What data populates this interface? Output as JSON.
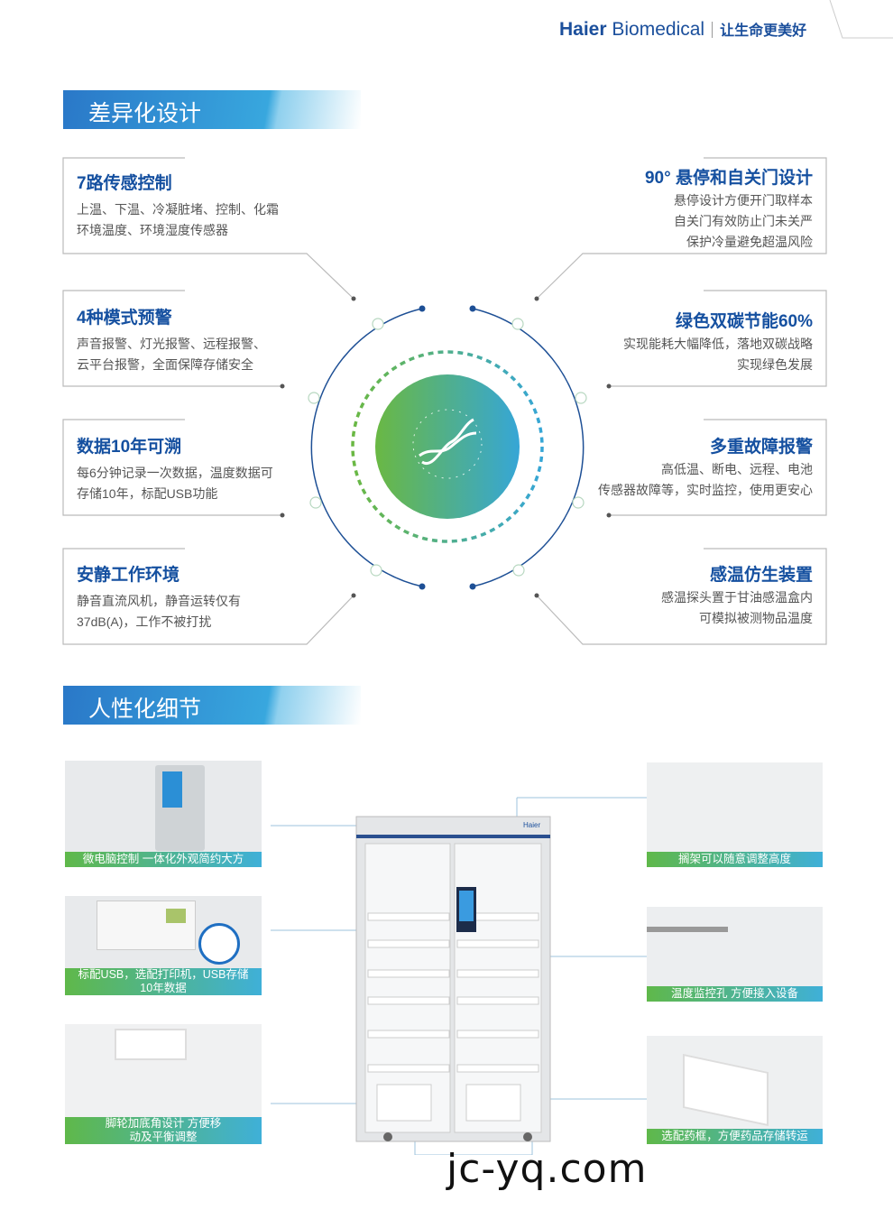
{
  "header": {
    "brand_bold": "Haier",
    "brand_rest": " Biomedical",
    "slogan": "让生命更美好"
  },
  "section1": {
    "title": "差异化设计"
  },
  "features_left": [
    {
      "title": "7路传感控制",
      "lines": [
        "上温、下温、冷凝脏堵、控制、化霜",
        "环境温度、环境湿度传感器"
      ]
    },
    {
      "title": "4种模式预警",
      "lines": [
        "声音报警、灯光报警、远程报警、",
        "云平台报警，全面保障存储安全"
      ]
    },
    {
      "title": "数据10年可溯",
      "lines": [
        "每6分钟记录一次数据，温度数据可",
        "存储10年，标配USB功能"
      ]
    },
    {
      "title": "安静工作环境",
      "lines": [
        "静音直流风机，静音运转仅有",
        "37dB(A)，工作不被打扰"
      ]
    }
  ],
  "features_right": [
    {
      "title": "90° 悬停和自关门设计",
      "lines": [
        "悬停设计方便开门取样本",
        "自关门有效防止门未关严",
        "保护冷量避免超温风险"
      ]
    },
    {
      "title": "绿色双碳节能60%",
      "lines": [
        "实现能耗大幅降低，落地双碳战略",
        "实现绿色发展"
      ]
    },
    {
      "title": "多重故障报警",
      "lines": [
        "高低温、断电、远程、电池",
        "传感器故障等，实时监控，使用更安心"
      ]
    },
    {
      "title": "感温仿生装置",
      "lines": [
        "感温探头置于甘油感温盒内",
        "可模拟被测物品温度"
      ]
    }
  ],
  "center_icon": "dna-icon",
  "section2": {
    "title": "人性化细节"
  },
  "details_left": [
    {
      "caption": "微电脑控制 一体化外观简约大方"
    },
    {
      "caption": "标配USB，选配打印机，USB存储 10年数据"
    },
    {
      "caption": "脚轮加底角设计 方便移动及平衡调整"
    }
  ],
  "details_right": [
    {
      "caption": "搁架可以随意调整高度"
    },
    {
      "caption": "温度监控孔 方便接入设备"
    },
    {
      "caption": "选配药框，方便药品存储转运"
    }
  ],
  "fridge_logo": "Haier",
  "watermark": "jc-yq.com",
  "colors": {
    "brand_blue": "#1550a0",
    "green": "#5fb84a",
    "cyan": "#3fb0d8"
  }
}
